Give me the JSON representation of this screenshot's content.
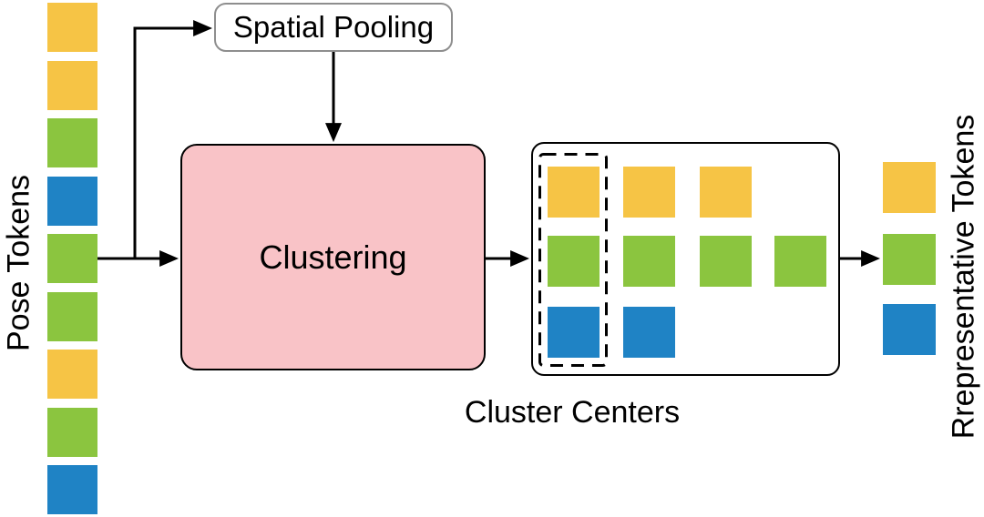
{
  "diagram": {
    "pose_tokens": {
      "label": "Pose Tokens",
      "sequence": [
        "yellow",
        "yellow",
        "green",
        "blue",
        "green",
        "green",
        "yellow",
        "green",
        "blue"
      ]
    },
    "spatial_pooling": {
      "label": "Spatial Pooling"
    },
    "clustering": {
      "label": "Clustering"
    },
    "cluster_centers": {
      "caption": "Cluster Centers",
      "rows": [
        {
          "color": "yellow",
          "count": 3
        },
        {
          "color": "green",
          "count": 4
        },
        {
          "color": "blue",
          "count": 2
        }
      ],
      "dashed_group_columns": 1
    },
    "representative_tokens": {
      "label": "Rrepresentative Tokens",
      "sequence": [
        "yellow",
        "green",
        "blue"
      ]
    }
  },
  "colors": {
    "yellow": "#F6C445",
    "green": "#8BC53F",
    "blue": "#1F83C5",
    "clustering_fill": "#F9C3C7",
    "spatial_border_gray": "#8E8E8E",
    "outline_black": "#000000"
  }
}
